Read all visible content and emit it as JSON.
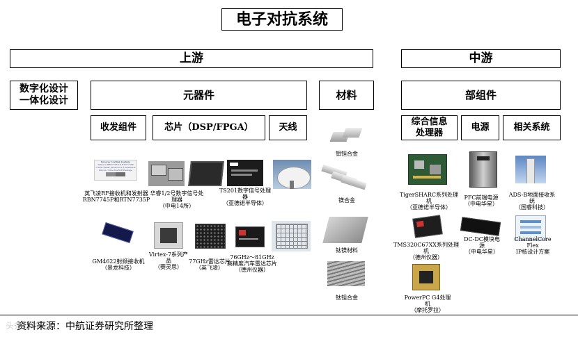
{
  "title": "电子对抗系统",
  "upstream": {
    "header": "上游",
    "design": [
      "数字化设计",
      "一体化设计"
    ],
    "components": "元器件",
    "materials": "材料",
    "sub": {
      "transceiver": "收发组件",
      "chip": "芯片（DSP/FPGA）",
      "antenna": "天线"
    }
  },
  "midstream": {
    "header": "中游",
    "parts": "部组件",
    "sub": {
      "processor": [
        "综合信息",
        "处理器"
      ],
      "power": "电源",
      "related": "相关系统"
    }
  },
  "items": {
    "rbn": [
      "英飞凌RF接收机和发射器",
      "RBN7745P和RTN7735P"
    ],
    "huarui": [
      "华睿1/2号数字信号处理器",
      "（中电14所）"
    ],
    "ts201": [
      "TS201数字信号处理",
      "器",
      "（亚德诺半导体）"
    ],
    "gm4622": [
      "GM4622射频接收机",
      "（景龙科技）"
    ],
    "virtex": [
      "Virtex-7系列产",
      "品",
      "（赛灵思）"
    ],
    "ghz77": [
      "77GHz雷达芯片",
      "（英飞凌）"
    ],
    "ghz76": [
      "76GHz～81GHz",
      "高精度汽车雷达芯片",
      "（德州仪器）"
    ],
    "tigersharc": [
      "TigerSHARC系列处理",
      "机",
      "（亚德诺半导体）"
    ],
    "pfc": [
      "PFC前端电源",
      "（中电华星）"
    ],
    "adsb": [
      "ADS-B地面接收系",
      "统",
      "（国睿科技）"
    ],
    "tms": [
      "TMS320C67XX系列处理机",
      "（德州仪器）"
    ],
    "dcdc": [
      "DC-DC模块电",
      "源",
      "（中电华星）"
    ],
    "channelcore": [
      "ChannelCore",
      "Flex",
      "IP核设计方案"
    ],
    "powerpc": [
      "PowerPC G4处理",
      "机",
      "（摩托罗拉）"
    ],
    "mat1": "钼钽合金",
    "mat2": "镁合金",
    "mat3": "钛镁材料",
    "mat4": "钛钽合金"
  },
  "tiny_text": {
    "rbn_card": [
      "Reverse Costing Analysis",
      "Infineon RBN7745P & RTN7735P",
      "77GHz Radar Receiver & Transmitter",
      "Silicon / SiGe & eWLB Package"
    ]
  },
  "source": "资料来源：中航证券研究所整理",
  "watermark": "头条@航证"
}
